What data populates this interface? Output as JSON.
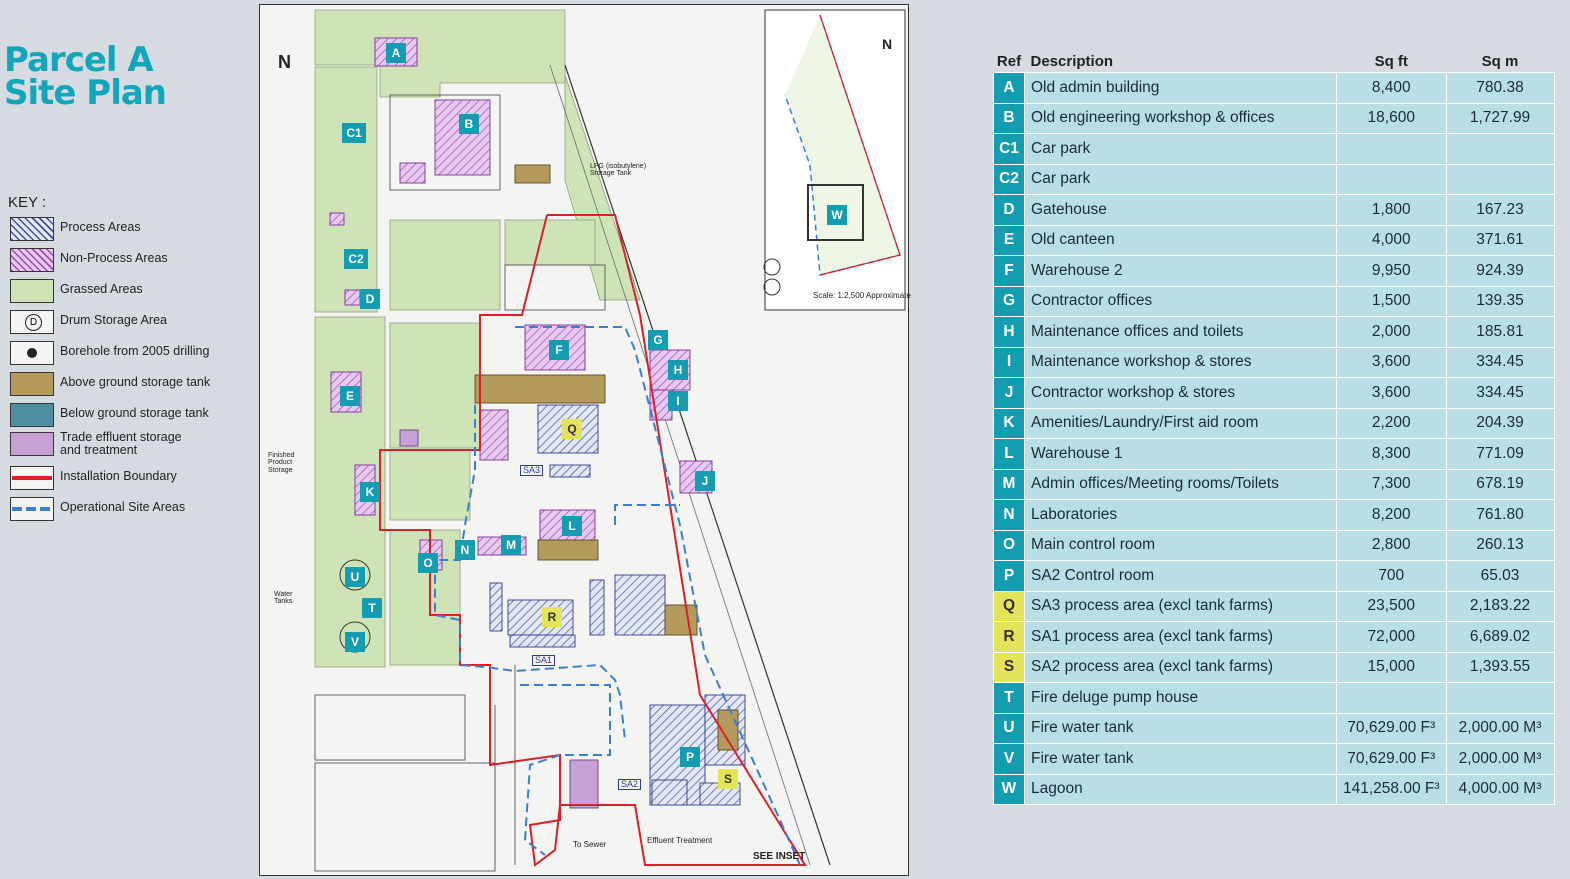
{
  "title": {
    "line1": "Parcel A",
    "line2": "Site Plan"
  },
  "key": {
    "heading": "KEY :",
    "items": [
      {
        "label": "Process Areas",
        "style": "hatch-blue"
      },
      {
        "label": "Non-Process Areas",
        "style": "hatch-purple"
      },
      {
        "label": "Grassed Areas",
        "style": "green"
      },
      {
        "label": "Drum Storage Area",
        "style": "drum"
      },
      {
        "label": "Borehole from 2005 drilling",
        "style": "borehole"
      },
      {
        "label": "Above ground storage tank",
        "style": "brown"
      },
      {
        "label": "Below ground storage tank",
        "style": "teal"
      },
      {
        "label": "Trade effluent storage and treatment",
        "style": "lilac"
      },
      {
        "label": "Installation Boundary",
        "style": "red-line"
      },
      {
        "label": "Operational Site Areas",
        "style": "blue-dash"
      }
    ]
  },
  "colors": {
    "accent": "#12a6bb",
    "ref_badge": "#149db1",
    "ref_badge_yellow": "#e4e45a",
    "table_row": "#b9dfe6",
    "grass": "#cfe4b6",
    "boundary": "#d8212a",
    "operational": "#3a7fd0"
  },
  "map": {
    "north": "N",
    "inset_north": "N",
    "inset_scale": "Scale: 1:2,500 Approximate",
    "see_inset": "SEE INSET",
    "labels": {
      "water_tanks": "Water Tanks",
      "finished_product": "Finished Product Storage",
      "sa1": "SA1",
      "sa2": "SA2",
      "sa3": "SA3",
      "effluent_treatment": "Effluent Treatment",
      "to_sewer": "To Sewer",
      "lpg": "LPG (isobutylene) Storage Tank"
    },
    "markers": [
      "A",
      "B",
      "C1",
      "C2",
      "D",
      "E",
      "F",
      "G",
      "H",
      "I",
      "J",
      "K",
      "L",
      "M",
      "N",
      "O",
      "P",
      "Q",
      "R",
      "S",
      "T",
      "U",
      "V",
      "W"
    ]
  },
  "schedule": {
    "headers": {
      "ref": "Ref",
      "description": "Description",
      "sqft": "Sq ft",
      "sqm": "Sq m"
    },
    "rows": [
      {
        "ref": "A",
        "description": "Old admin building",
        "sqft": "8,400",
        "sqm": "780.38",
        "highlight": false
      },
      {
        "ref": "B",
        "description": "Old engineering workshop & offices",
        "sqft": "18,600",
        "sqm": "1,727.99",
        "highlight": false
      },
      {
        "ref": "C1",
        "description": "Car park",
        "sqft": "",
        "sqm": "",
        "highlight": false
      },
      {
        "ref": "C2",
        "description": "Car park",
        "sqft": "",
        "sqm": "",
        "highlight": false
      },
      {
        "ref": "D",
        "description": "Gatehouse",
        "sqft": "1,800",
        "sqm": "167.23",
        "highlight": false
      },
      {
        "ref": "E",
        "description": "Old canteen",
        "sqft": "4,000",
        "sqm": "371.61",
        "highlight": false
      },
      {
        "ref": "F",
        "description": "Warehouse 2",
        "sqft": "9,950",
        "sqm": "924.39",
        "highlight": false
      },
      {
        "ref": "G",
        "description": "Contractor offices",
        "sqft": "1,500",
        "sqm": "139.35",
        "highlight": false
      },
      {
        "ref": "H",
        "description": "Maintenance offices and toilets",
        "sqft": "2,000",
        "sqm": "185.81",
        "highlight": false
      },
      {
        "ref": "I",
        "description": "Maintenance workshop & stores",
        "sqft": "3,600",
        "sqm": "334.45",
        "highlight": false
      },
      {
        "ref": "J",
        "description": "Contractor workshop & stores",
        "sqft": "3,600",
        "sqm": "334.45",
        "highlight": false
      },
      {
        "ref": "K",
        "description": "Amenities/Laundry/First aid room",
        "sqft": "2,200",
        "sqm": "204.39",
        "highlight": false
      },
      {
        "ref": "L",
        "description": "Warehouse 1",
        "sqft": "8,300",
        "sqm": "771.09",
        "highlight": false
      },
      {
        "ref": "M",
        "description": "Admin offices/Meeting rooms/Toilets",
        "sqft": "7,300",
        "sqm": "678.19",
        "highlight": false
      },
      {
        "ref": "N",
        "description": "Laboratories",
        "sqft": "8,200",
        "sqm": "761.80",
        "highlight": false
      },
      {
        "ref": "O",
        "description": "Main control room",
        "sqft": "2,800",
        "sqm": "260.13",
        "highlight": false
      },
      {
        "ref": "P",
        "description": "SA2 Control room",
        "sqft": "700",
        "sqm": "65.03",
        "highlight": false
      },
      {
        "ref": "Q",
        "description": "SA3 process area (excl tank farms)",
        "sqft": "23,500",
        "sqm": "2,183.22",
        "highlight": true
      },
      {
        "ref": "R",
        "description": "SA1 process area (excl tank farms)",
        "sqft": "72,000",
        "sqm": "6,689.02",
        "highlight": true
      },
      {
        "ref": "S",
        "description": "SA2 process area (excl tank farms)",
        "sqft": "15,000",
        "sqm": "1,393.55",
        "highlight": true
      },
      {
        "ref": "T",
        "description": "Fire deluge pump house",
        "sqft": "",
        "sqm": "",
        "highlight": false
      },
      {
        "ref": "U",
        "description": "Fire water tank",
        "sqft": "70,629.00 F³",
        "sqm": "2,000.00 M³",
        "highlight": false
      },
      {
        "ref": "V",
        "description": "Fire water tank",
        "sqft": "70,629.00 F³",
        "sqm": "2,000.00 M³",
        "highlight": false
      },
      {
        "ref": "W",
        "description": "Lagoon",
        "sqft": "141,258.00 F³",
        "sqm": "4,000.00 M³",
        "highlight": false
      }
    ]
  }
}
